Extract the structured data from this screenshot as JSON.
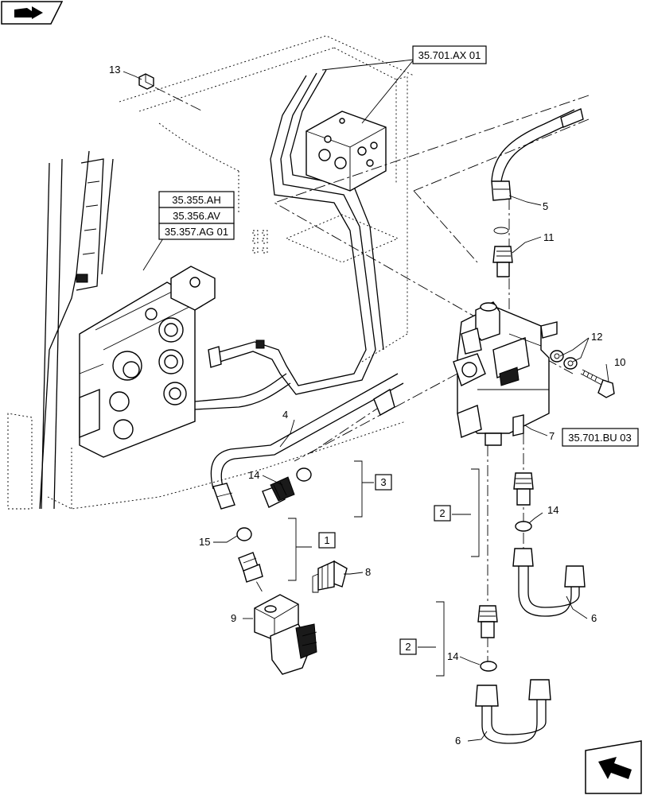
{
  "references": {
    "ax01": "35.701.AX 01",
    "ah": "35.355.AH",
    "av": "35.356.AV",
    "ag01": "35.357.AG 01",
    "bu03": "35.701.BU 03"
  },
  "callouts": {
    "c13": "13",
    "c5": "5",
    "c11": "11",
    "c12": "12",
    "c10": "10",
    "c7": "7",
    "c4": "4",
    "c14a": "14",
    "c3": "3",
    "c14b": "14",
    "c15": "15",
    "c1": "1",
    "c8": "8",
    "c9": "9",
    "c2a": "2",
    "c6a": "6",
    "c2b": "2",
    "c14c": "14",
    "c6b": "6"
  },
  "icons": {
    "top_left": "book-arrow-icon",
    "bottom_right": "arrow-nav-icon"
  }
}
